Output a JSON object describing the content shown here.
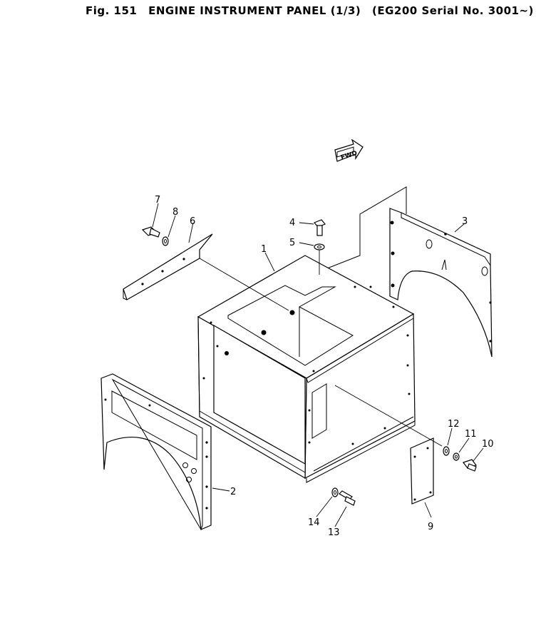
{
  "title": {
    "fig": "Fig. 151",
    "name": "ENGINE INSTRUMENT PANEL (1/3)",
    "model": "(EG200 Serial No. 3001~)"
  },
  "fwd_label": "FWD",
  "callouts": {
    "p1": "1",
    "p2": "2",
    "p3": "3",
    "p4": "4",
    "p5": "5",
    "p6": "6",
    "p7": "7",
    "p8": "8",
    "p9": "9",
    "p10": "10",
    "p11": "11",
    "p12": "12",
    "p13": "13",
    "p14": "14"
  }
}
